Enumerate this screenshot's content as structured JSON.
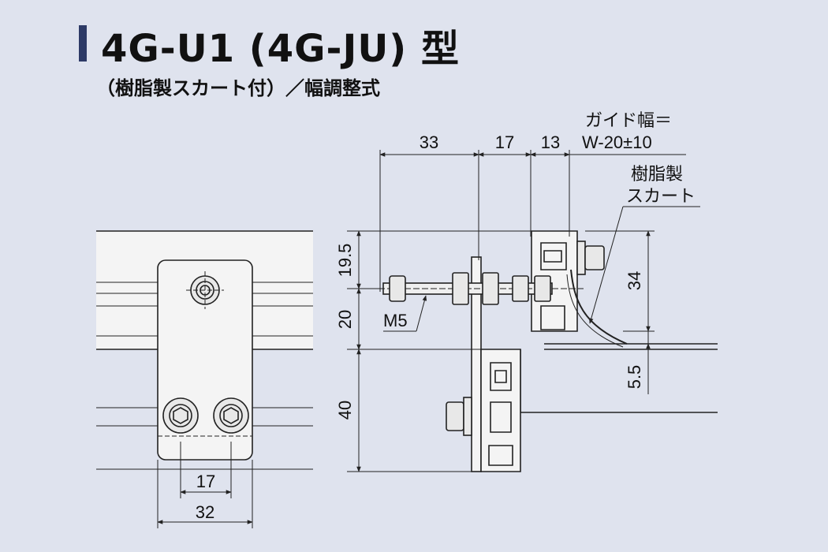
{
  "header": {
    "title": "4G-U1 (4G-JU) 型",
    "subtitle": "（樹脂製スカート付）／幅調整式"
  },
  "dimensions": {
    "top_33": "33",
    "top_17": "17",
    "top_13": "13",
    "guide_width_label": "ガイド幅＝",
    "guide_width_value": "W-20±10",
    "skirt_label_line1": "樹脂製",
    "skirt_label_line2": "スカート",
    "left_19_5": "19.5",
    "left_20": "20",
    "left_40": "40",
    "right_34": "34",
    "right_5_5": "5.5",
    "bolt_label": "M5",
    "front_17": "17",
    "front_32": "32"
  },
  "colors": {
    "background": "#dfe3ee",
    "part_fill": "#f4f4f4",
    "line": "#222222",
    "title_bar": "#2d3a66"
  }
}
